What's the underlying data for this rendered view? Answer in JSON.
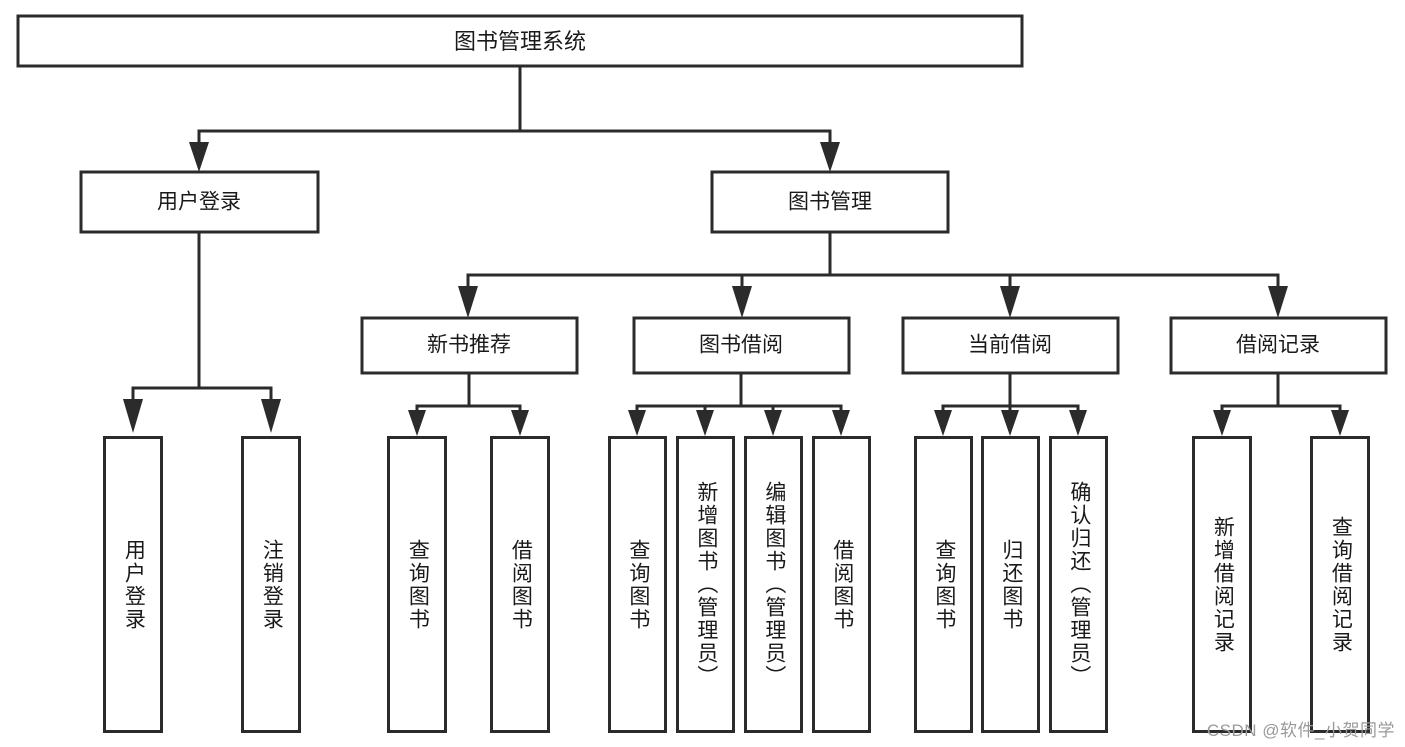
{
  "diagram": {
    "title": "图书管理系统",
    "watermark": "CSDN @软件_小贺同学",
    "type": "tree-hierarchy-diagram",
    "colors": {
      "box_border": "#2b2b2b",
      "box_fill": "#ffffff",
      "text": "#1a1a1a",
      "background": "#ffffff",
      "watermark": "#9a9a9a"
    },
    "levels": {
      "level1": "系统根节点",
      "level2": "主模块",
      "level3": "子模块",
      "level4": "功能项"
    },
    "root": {
      "label": "图书管理系统"
    },
    "level2": [
      {
        "label": "用户登录"
      },
      {
        "label": "图书管理"
      }
    ],
    "level3": [
      {
        "label": "新书推荐"
      },
      {
        "label": "图书借阅"
      },
      {
        "label": "当前借阅"
      },
      {
        "label": "借阅记录"
      }
    ],
    "leaves": {
      "user_login": [
        {
          "label": "用户登录"
        },
        {
          "label": "注销登录"
        }
      ],
      "new_book_recommend": [
        {
          "label": "查询图书"
        },
        {
          "label": "借阅图书"
        }
      ],
      "book_borrow": [
        {
          "label": "查询图书"
        },
        {
          "label": "新增图书（管理员）"
        },
        {
          "label": "编辑图书（管理员）"
        },
        {
          "label": "借阅图书"
        }
      ],
      "current_borrow": [
        {
          "label": "查询图书"
        },
        {
          "label": "归还图书"
        },
        {
          "label": "确认归还（管理员）"
        }
      ],
      "borrow_record": [
        {
          "label": "新增借阅记录"
        },
        {
          "label": "查询借阅记录"
        }
      ]
    }
  }
}
